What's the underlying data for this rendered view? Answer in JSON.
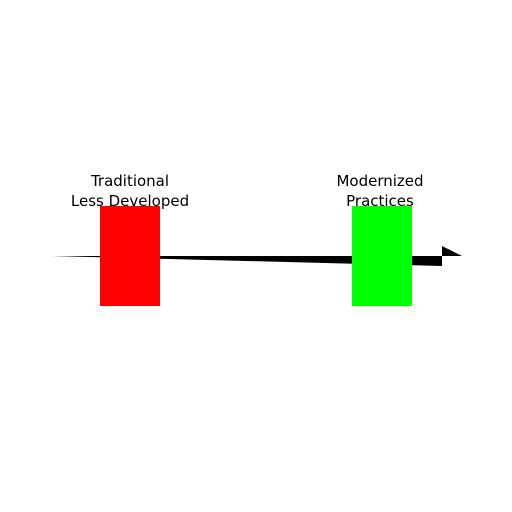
{
  "left_block": {
    "line1": "Traditional",
    "line2": "Less Developed",
    "color": "#ff0000"
  },
  "right_block": {
    "line1": "Modernized",
    "line2": "Practices",
    "color": "#00ff00"
  },
  "arrow": {
    "color": "#000000"
  }
}
